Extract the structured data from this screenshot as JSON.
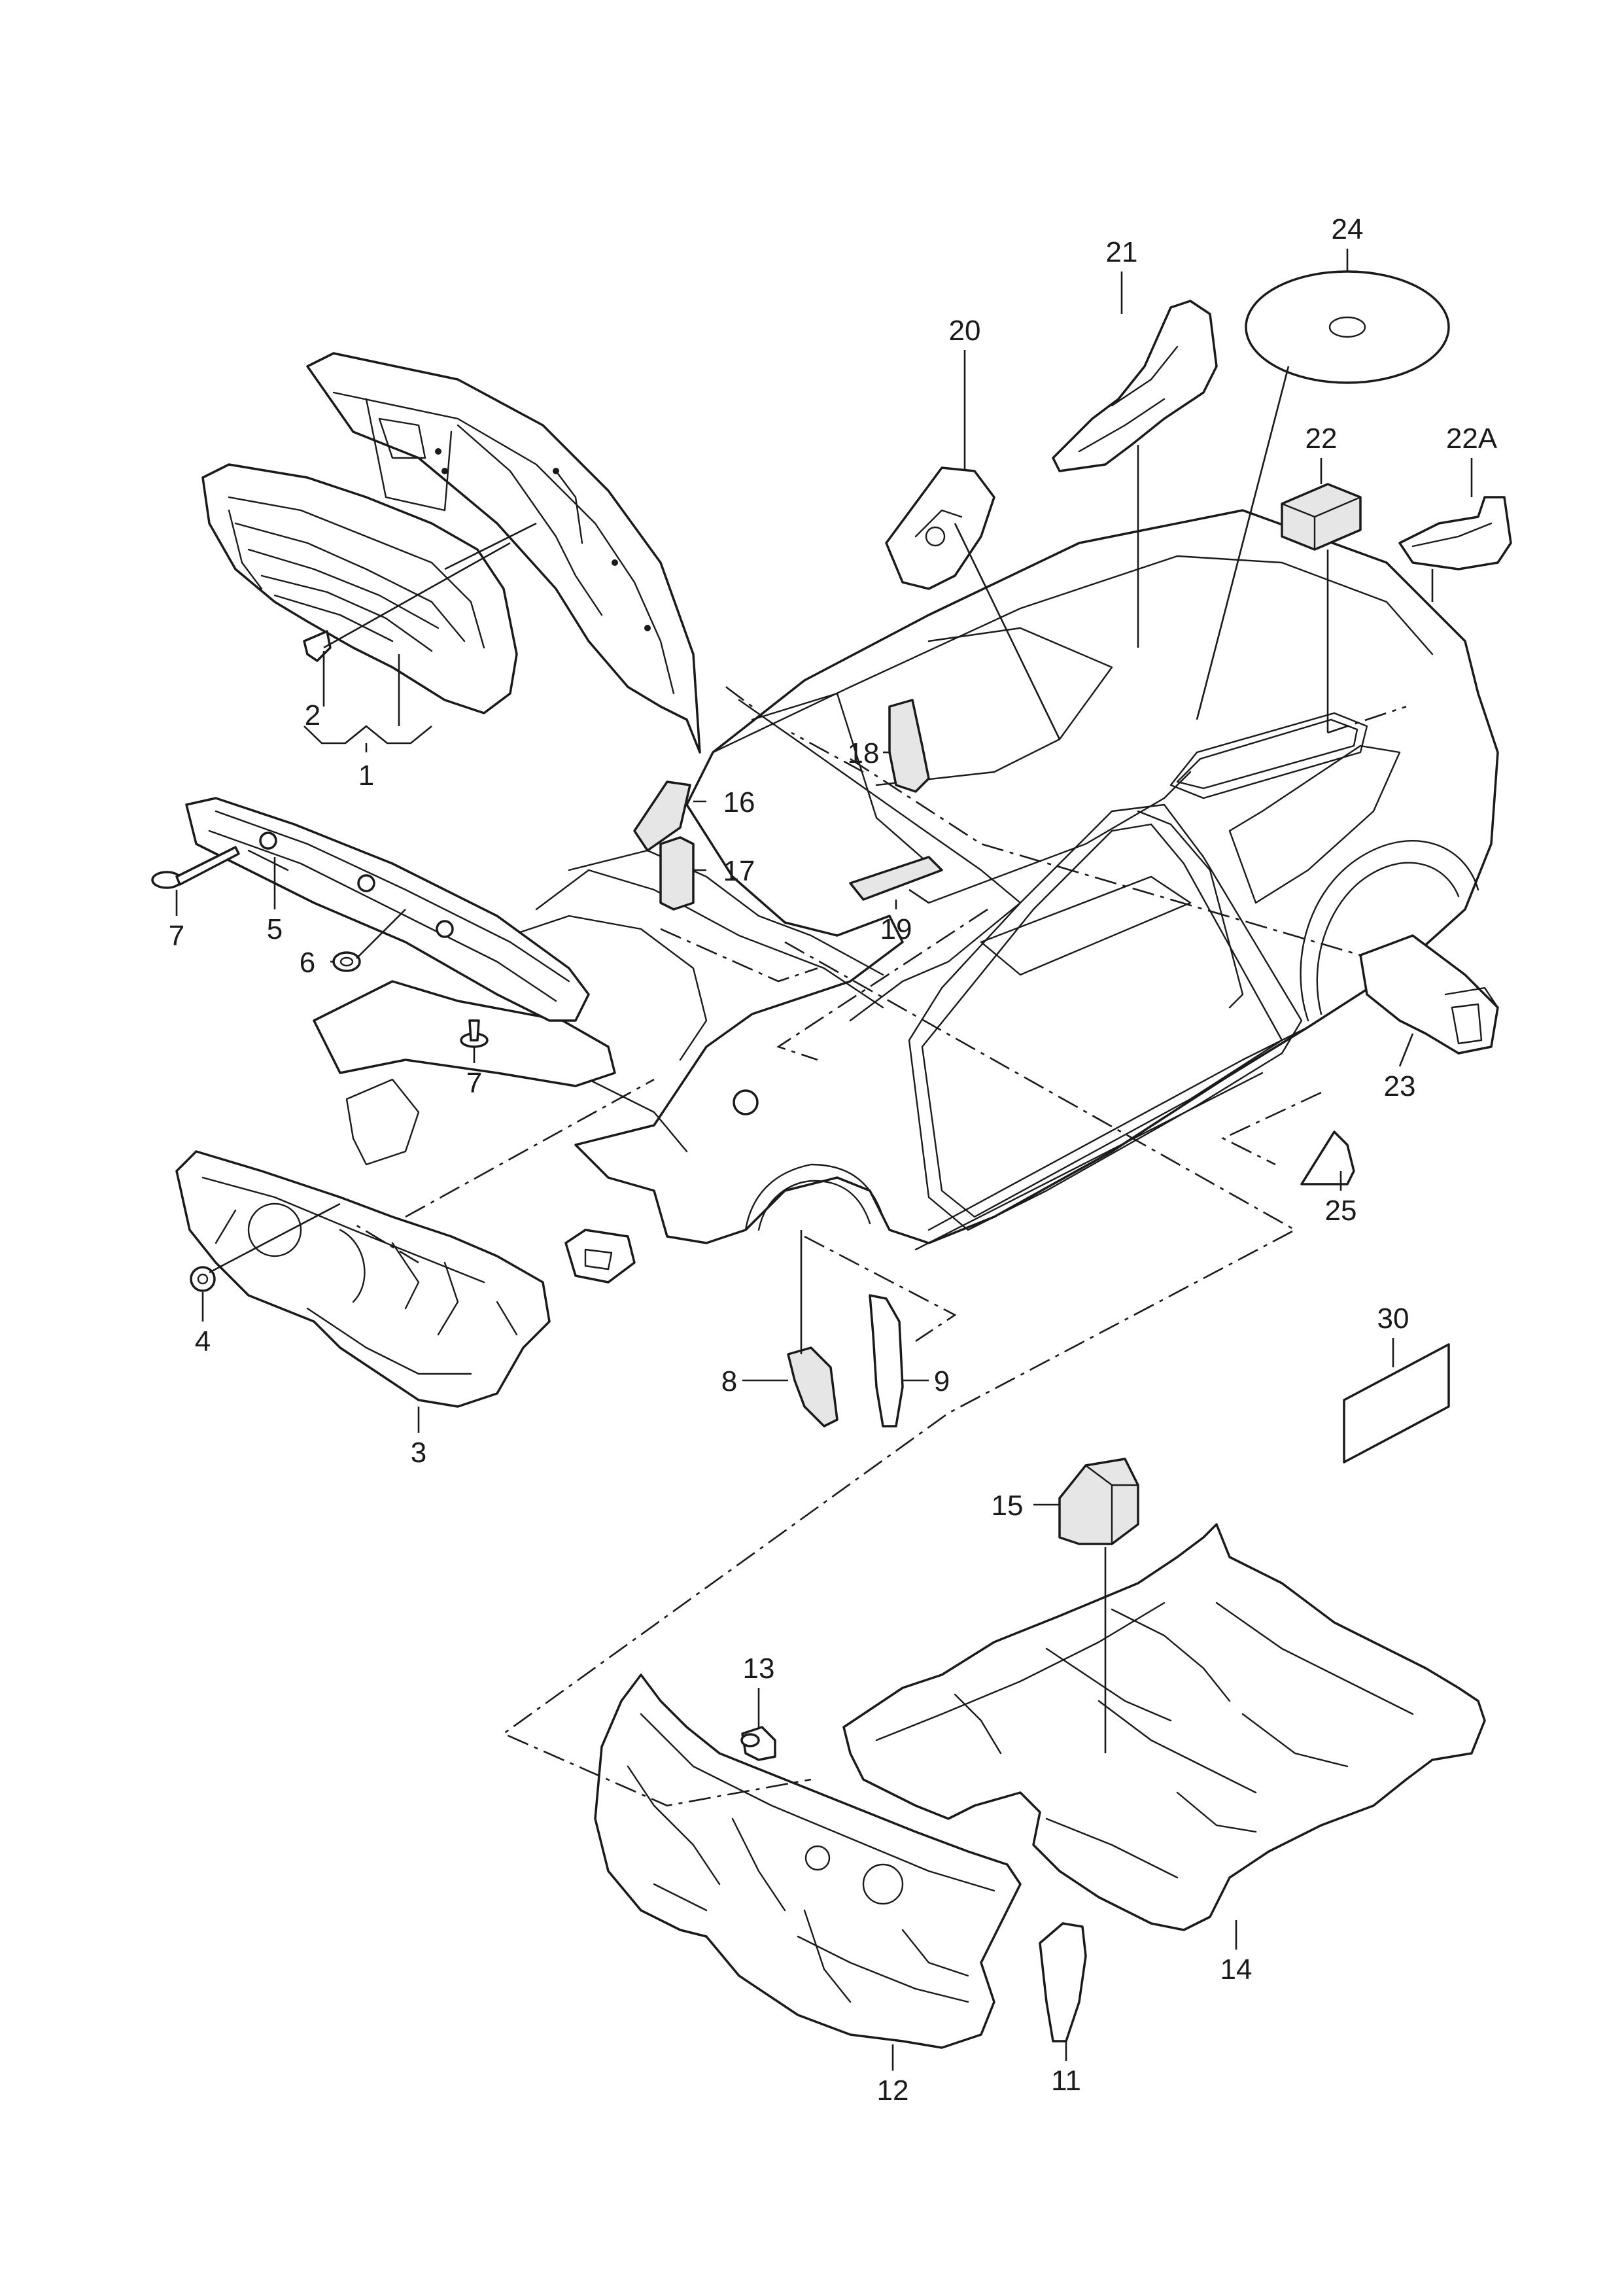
{
  "diagram": {
    "callouts": [
      {
        "id": "c1",
        "label": "1"
      },
      {
        "id": "c2",
        "label": "2"
      },
      {
        "id": "c3",
        "label": "3"
      },
      {
        "id": "c4",
        "label": "4"
      },
      {
        "id": "c5",
        "label": "5"
      },
      {
        "id": "c6",
        "label": "6"
      },
      {
        "id": "c7a",
        "label": "7"
      },
      {
        "id": "c7b",
        "label": "7"
      },
      {
        "id": "c8",
        "label": "8"
      },
      {
        "id": "c9",
        "label": "9"
      },
      {
        "id": "c11",
        "label": "11"
      },
      {
        "id": "c12",
        "label": "12"
      },
      {
        "id": "c13",
        "label": "13"
      },
      {
        "id": "c14",
        "label": "14"
      },
      {
        "id": "c15",
        "label": "15"
      },
      {
        "id": "c16",
        "label": "16"
      },
      {
        "id": "c17",
        "label": "17"
      },
      {
        "id": "c18",
        "label": "18"
      },
      {
        "id": "c19",
        "label": "19"
      },
      {
        "id": "c20",
        "label": "20"
      },
      {
        "id": "c21",
        "label": "21"
      },
      {
        "id": "c22",
        "label": "22"
      },
      {
        "id": "c22a",
        "label": "22A"
      },
      {
        "id": "c23",
        "label": "23"
      },
      {
        "id": "c24",
        "label": "24"
      },
      {
        "id": "c25",
        "label": "25"
      },
      {
        "id": "c30",
        "label": "30"
      }
    ]
  }
}
